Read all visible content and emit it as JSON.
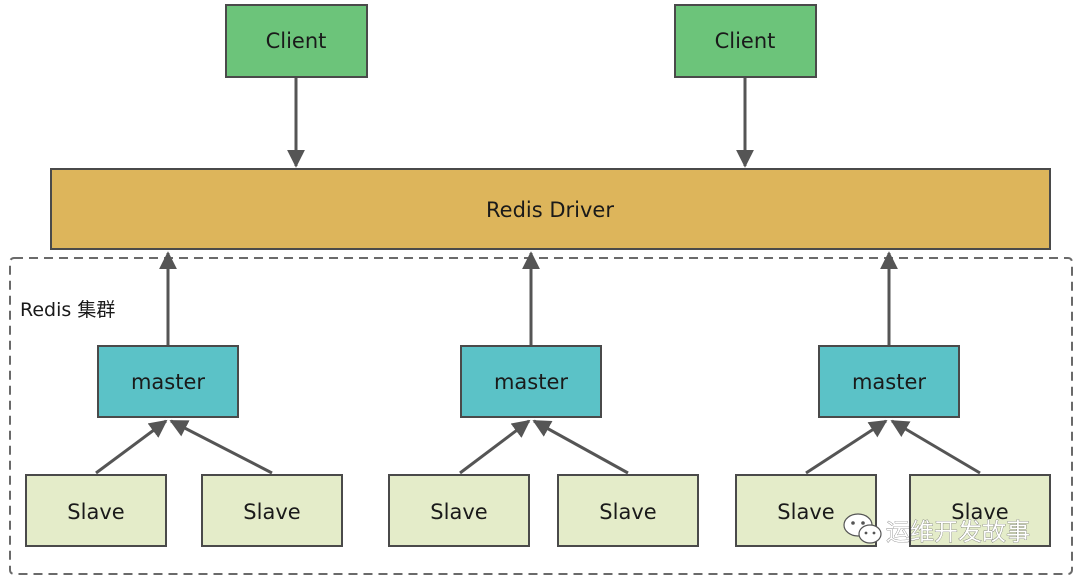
{
  "clients": [
    {
      "label": "Client"
    },
    {
      "label": "Client"
    }
  ],
  "driver": {
    "label": "Redis Driver"
  },
  "cluster": {
    "label": "Redis 集群"
  },
  "masters": [
    {
      "label": "master"
    },
    {
      "label": "master"
    },
    {
      "label": "master"
    }
  ],
  "slaves": [
    {
      "label": "Slave"
    },
    {
      "label": "Slave"
    },
    {
      "label": "Slave"
    },
    {
      "label": "Slave"
    },
    {
      "label": "Slave"
    },
    {
      "label": "Slave"
    }
  ],
  "watermark": {
    "text": "运维开发故事",
    "icon": "wechat-icon"
  }
}
